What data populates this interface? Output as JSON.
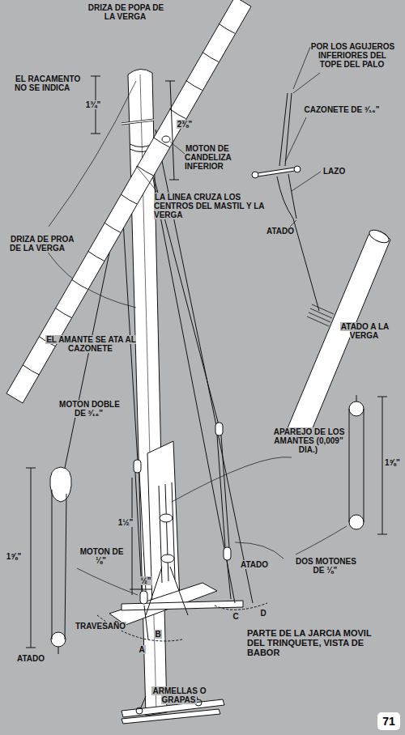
{
  "diagram": {
    "caption": "PARTE DE LA JARCIA MOVIL DEL TRINQUETE, VISTA DE BABOR",
    "nodes": [
      {
        "text": [
          "71"
        ]
      }
    ],
    "labels": [
      "DRIZA DE POPA DE LA VERGA",
      "EL RACAMENTO NO SE INDICA",
      "1¾\"",
      "2⅜\"",
      "MOTON DE CANDELIZA INFERIOR",
      "LA LINEA CRUZA LOS CENTROS DEL MASTIL Y LA VERGA",
      "DRIZA DE PROA DE LA VERGA",
      "POR LOS AGUJEROS INFERIORES DEL TOPE DEL PALO",
      "CAZONETE DE ³⁄₁₆\"",
      "LAZO",
      "ATADO",
      "ATADO A LA VERGA",
      "EL AMANTE SE ATA AL CAZONETE",
      "MOTON DOBLE DE ³⁄₁₆\"",
      "1⅝\"",
      "MOTON DE ⅛\"",
      "ATADO",
      "TRAVESAÑO",
      "APAREJO DE LOS AMANTES (0,009\" DIA.)",
      "1½\"",
      "½\"",
      "1⅝\"",
      "ATADO",
      "DOS MOTONES DE ⅛\"",
      "A",
      "B",
      "C",
      "D",
      "ARMELLAS O GRAPAS"
    ]
  }
}
